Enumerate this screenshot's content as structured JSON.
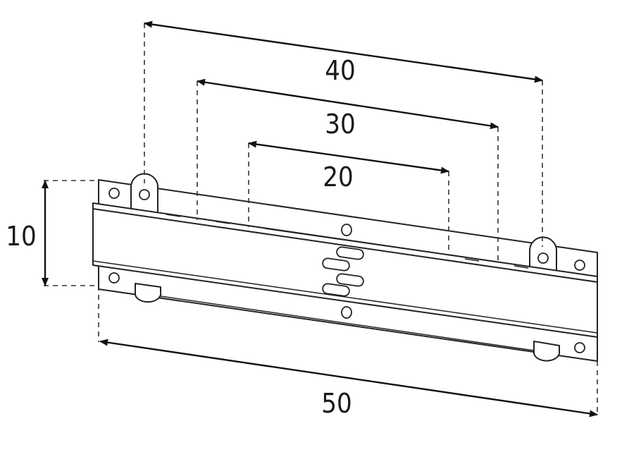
{
  "diagram": {
    "dimensions": [
      {
        "id": "width-40",
        "label": "40"
      },
      {
        "id": "width-30",
        "label": "30"
      },
      {
        "id": "width-20",
        "label": "20"
      },
      {
        "id": "height-10",
        "label": "10"
      },
      {
        "id": "width-50",
        "label": "50"
      }
    ]
  }
}
